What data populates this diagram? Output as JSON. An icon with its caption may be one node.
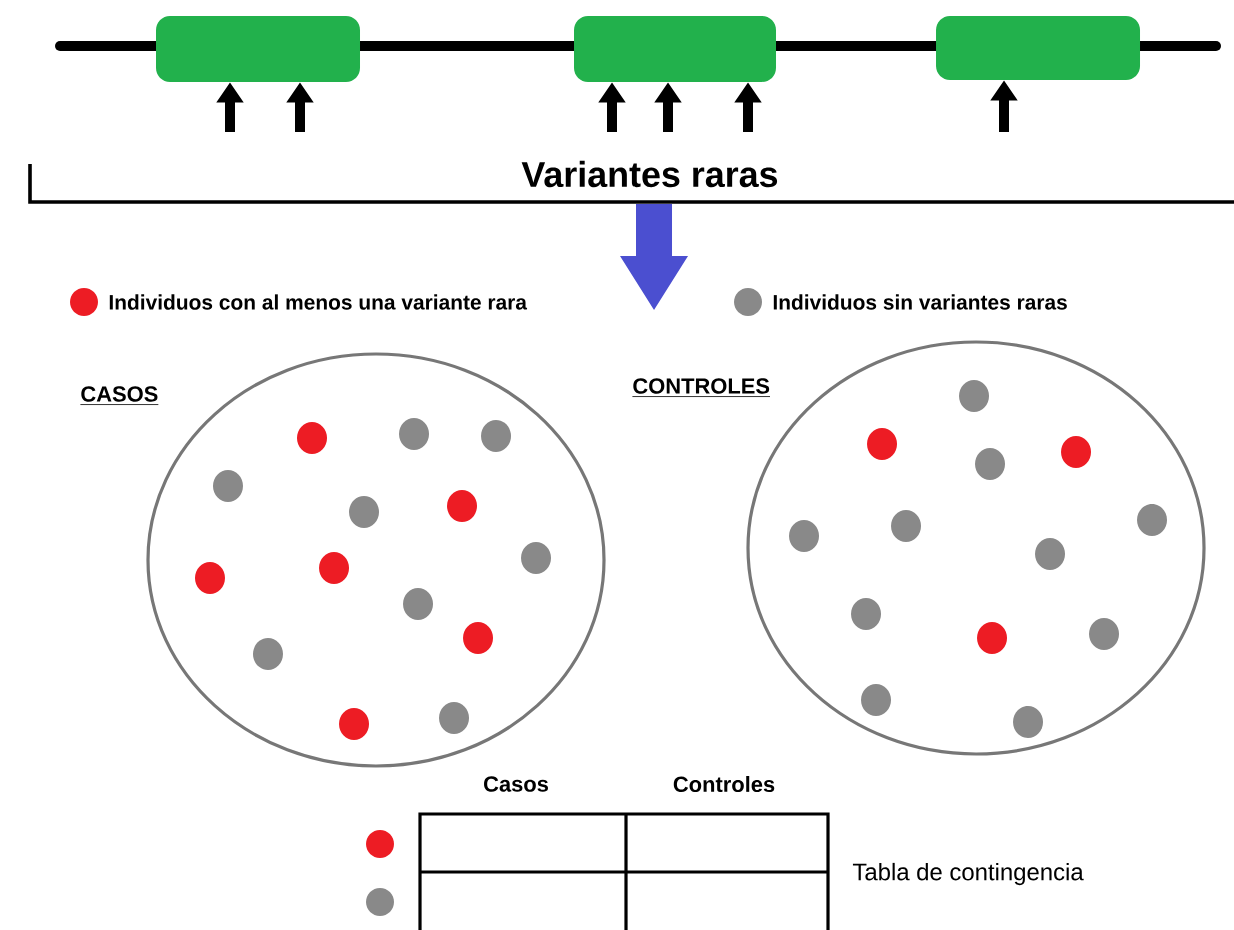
{
  "diagram": {
    "nodes": [
      {
        "text": [],
        "shape": "box"
      },
      {
        "text": [],
        "shape": "box"
      },
      {
        "text": [],
        "shape": "box"
      },
      {
        "text": [
          "CASOS"
        ]
      },
      {
        "text": [
          "CONTROLES"
        ]
      }
    ],
    "edges": [
      {
        "from": null,
        "to": 0,
        "arrow": "to"
      },
      {
        "from": null,
        "to": 0,
        "arrow": "to"
      },
      {
        "from": null,
        "to": 1,
        "arrow": "to"
      },
      {
        "from": null,
        "to": 1,
        "arrow": "to"
      },
      {
        "from": null,
        "to": 1,
        "arrow": "to"
      },
      {
        "from": null,
        "to": 2,
        "arrow": "to"
      }
    ],
    "labels": [
      "Variantes raras",
      "Casos",
      "Controles",
      "Tabla de contingencia"
    ],
    "legend": [
      {
        "text": "Individuos con al menos una variante rara",
        "color": "#ed1c24"
      },
      {
        "text": "Individuos sin variantes raras",
        "color": "#898989"
      }
    ]
  }
}
